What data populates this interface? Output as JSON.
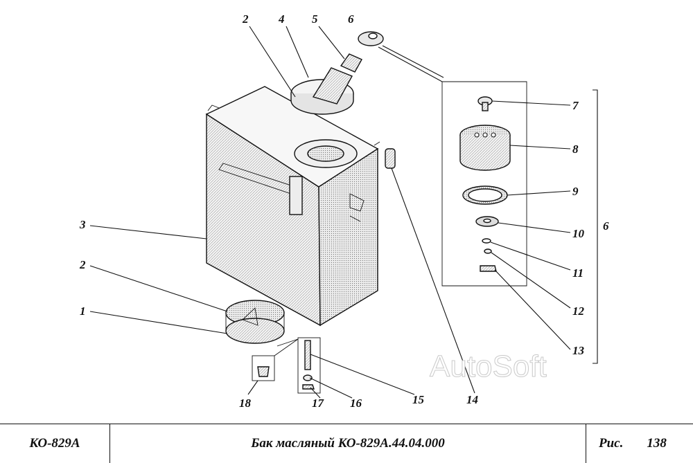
{
  "callouts": {
    "c1": "1",
    "c2a": "2",
    "c2b": "2",
    "c3": "3",
    "c4": "4",
    "c5": "5",
    "c6a": "6",
    "c6b": "6",
    "c7": "7",
    "c8": "8",
    "c9": "9",
    "c10": "10",
    "c11": "11",
    "c12": "12",
    "c13": "13",
    "c14": "14",
    "c15": "15",
    "c16": "16",
    "c17": "17",
    "c18": "18"
  },
  "watermark": "AutoSoft",
  "title_block": {
    "model": "КО-829А",
    "title": "Бак масляный КО-829А.44.04.000",
    "fig_label": "Рис.",
    "fig_number": "138"
  }
}
